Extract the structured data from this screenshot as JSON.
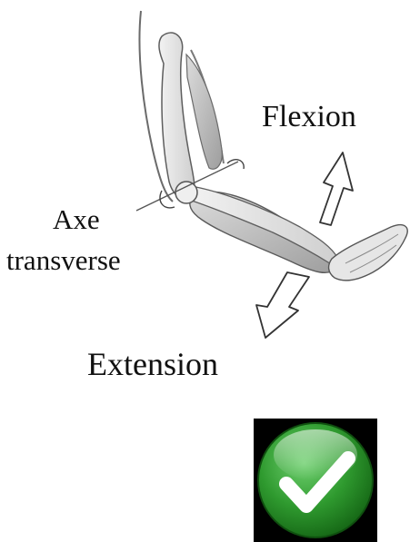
{
  "labels": {
    "flexion": "Flexion",
    "axe": "Axe",
    "transverse": "transverse",
    "extension": "Extension"
  },
  "colors": {
    "background": "#ffffff",
    "ink": "#111111",
    "check_green": "#2f9a2f",
    "check_box_bg": "#000000"
  },
  "icons": {
    "check": "check-icon"
  }
}
